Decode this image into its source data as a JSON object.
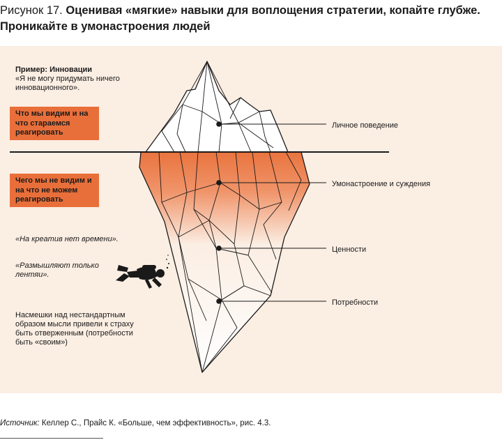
{
  "figure": {
    "number": "Рисунок 17.",
    "title": "Оценивая «мягкие» навыки для воплощения стратегии, копайте глубже. Проникайте в умонастроения людей"
  },
  "example": {
    "heading": "Пример: Инновации",
    "quote": "«Я не могу придумать ничего инновационного»."
  },
  "boxes": {
    "visible": "Что мы видим и на что стараемся реагировать",
    "hidden": "Чего мы не видим и на что не можем реагировать"
  },
  "quotes": [
    "«На креатив нет времени».",
    "«Размышляют только лентяи»."
  ],
  "note": "Насмешки над нестандартным образом мысли привели к страху быть отверженным (потребности быть «своим»)",
  "levels": [
    "Личное поведение",
    "Умонастроение и суждения",
    "Ценности",
    "Потребности"
  ],
  "source": {
    "prefix": "Источник:",
    "text": " Келлер С., Прайс К. «Больше, чем эффективность», рис. 4.3."
  },
  "colors": {
    "panel": "#fbeee3",
    "accent": "#e96f3a",
    "ink": "#1a1a1a"
  },
  "icons": {
    "diver": "scuba-diver-icon"
  }
}
